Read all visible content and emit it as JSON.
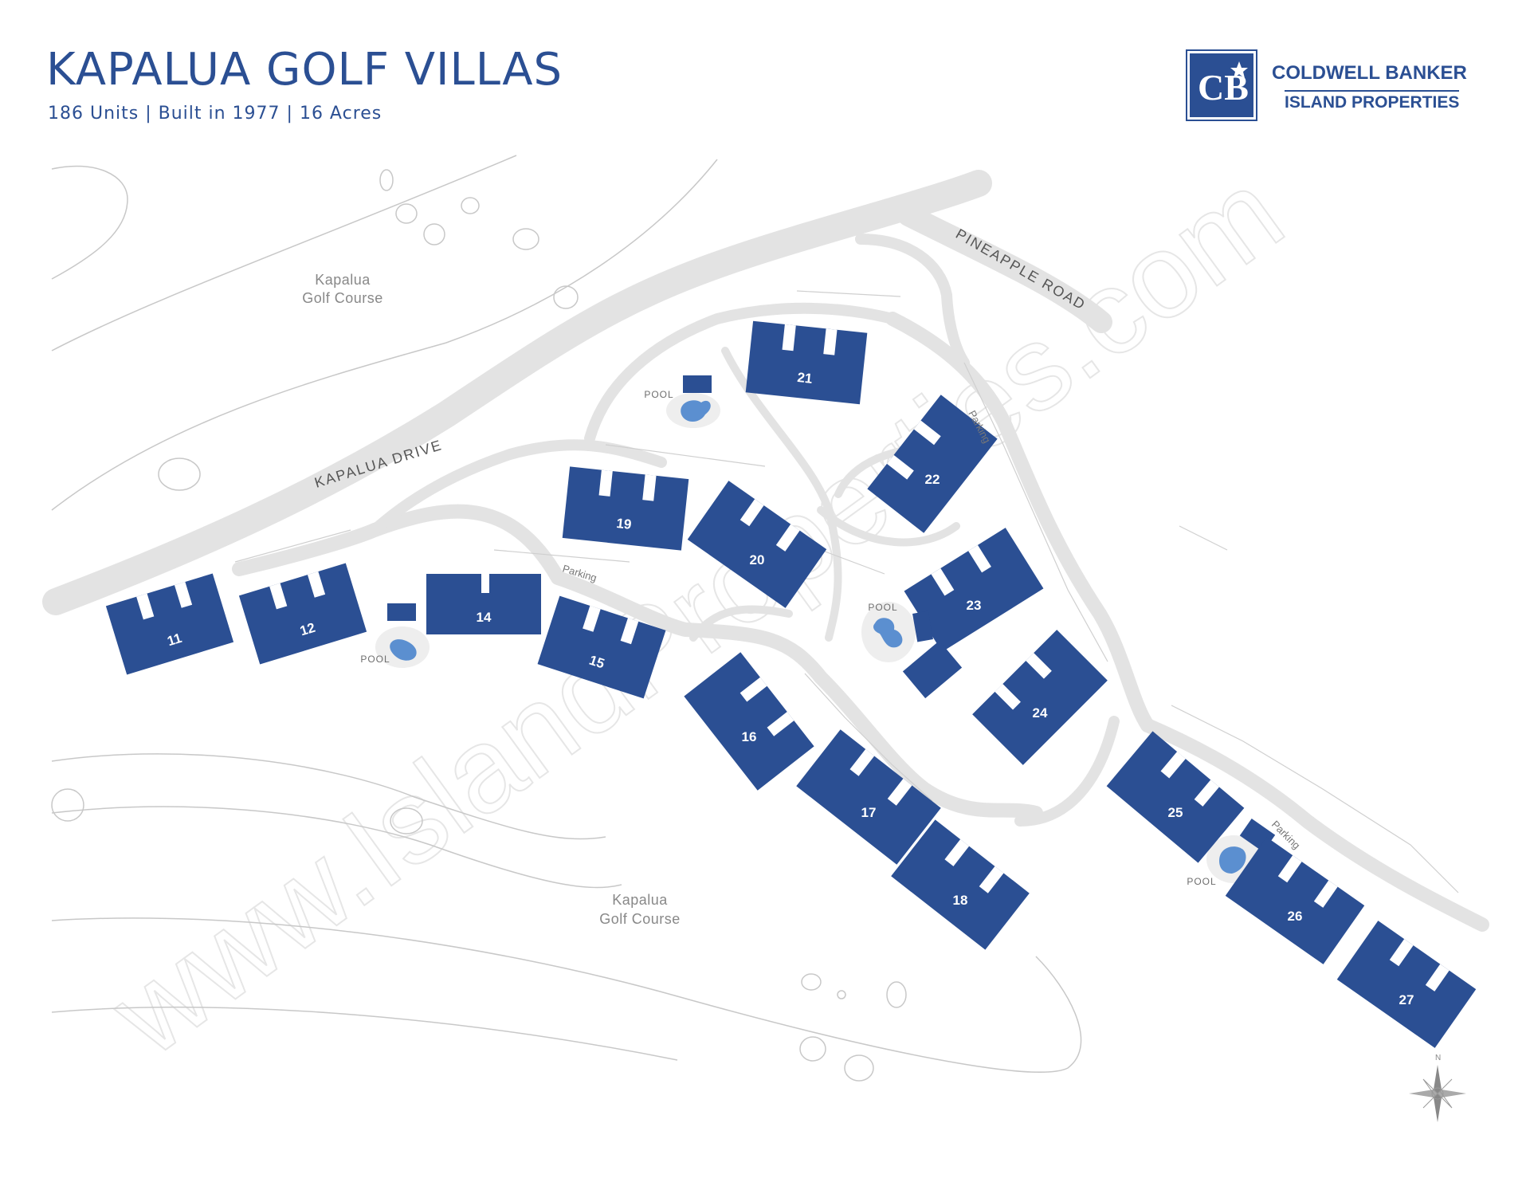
{
  "header": {
    "title": "KAPALUA GOLF VILLAS",
    "subtitle": "186 Units | Built in 1977 | 16 Acres"
  },
  "logo": {
    "name": "COLDWELL BANKER",
    "subname": "ISLAND PROPERTIES",
    "mark": "CB"
  },
  "map": {
    "roads": {
      "kapalua_drive": "KAPALUA DRIVE",
      "pineapple_road": "PINEAPPLE ROAD"
    },
    "golf_course_top": {
      "line1": "Kapalua",
      "line2": "Golf Course"
    },
    "golf_course_bottom": {
      "line1": "Kapalua",
      "line2": "Golf Course"
    },
    "parking_label": "Parking",
    "pool_label": "POOL",
    "buildings": [
      "11",
      "12",
      "14",
      "15",
      "16",
      "17",
      "18",
      "19",
      "20",
      "21",
      "22",
      "23",
      "24",
      "25",
      "26",
      "27"
    ],
    "compass_label": "N",
    "watermark": "www.IslandProperties.com"
  },
  "colors": {
    "building": "#2b4f93",
    "road": "#e4e4e4",
    "pool": "#5b8fd0",
    "brand": "#2b4f93"
  }
}
